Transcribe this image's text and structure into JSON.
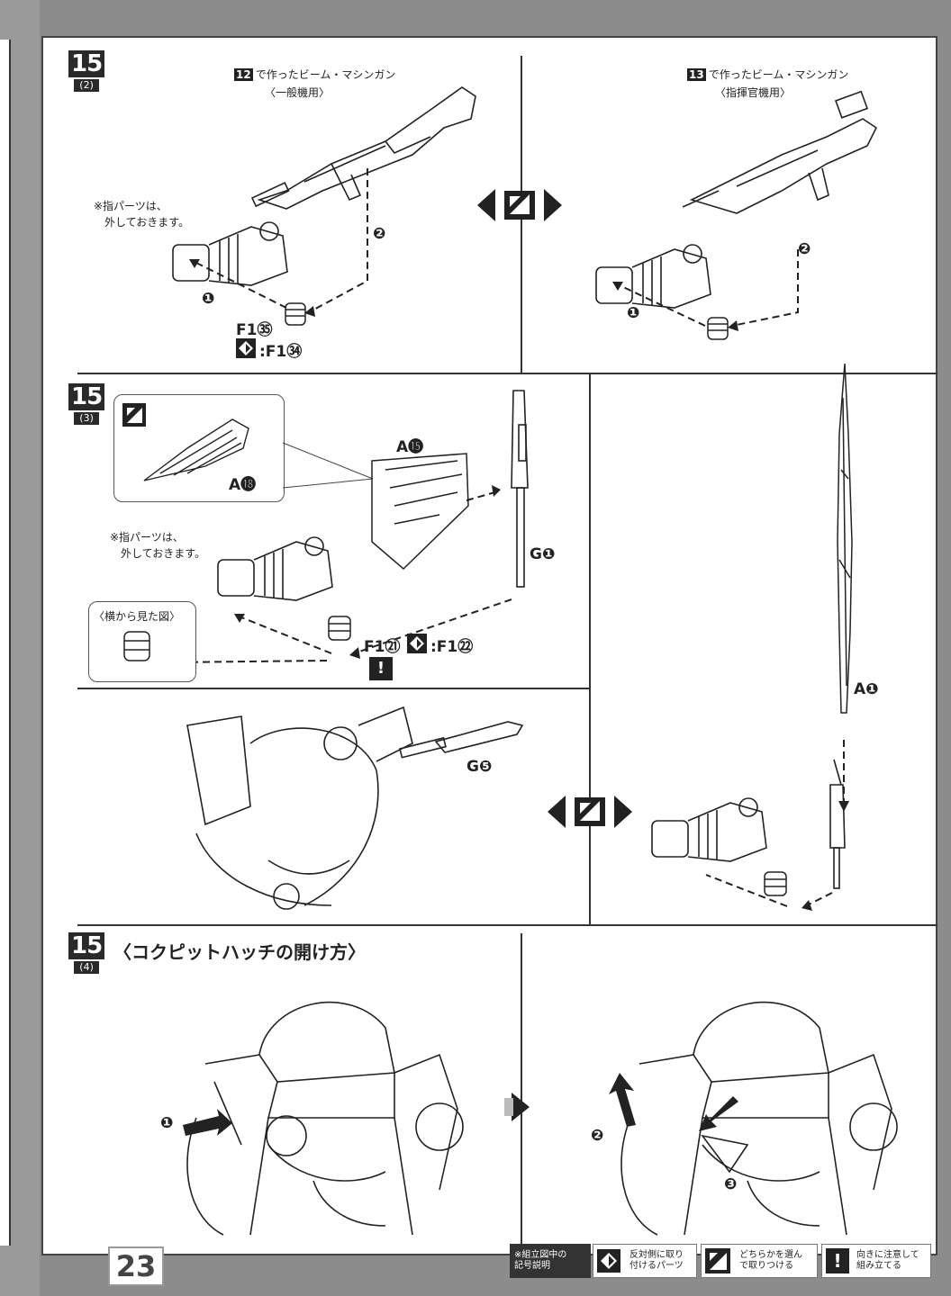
{
  "page_number": "23",
  "step_2": {
    "step": "15",
    "sub": "(2)",
    "left_caption_num": "12",
    "left_caption": "で作ったビーム・マシンガン",
    "left_caption_sub": "〈一般機用〉",
    "right_caption_num": "13",
    "right_caption": "で作ったビーム・マシンガン",
    "right_caption_sub": "〈指揮官機用〉",
    "finger_note_line1": "※指パーツは、",
    "finger_note_line2": "外しておきます。",
    "part_main": "F1㉟",
    "part_alt": ":F1㉞",
    "num_1": "❶",
    "num_2": "❷"
  },
  "step_3": {
    "step": "15",
    "sub": "(3)",
    "part_a18": "A⓲",
    "part_a15": "A⓯",
    "part_g1": "G❶",
    "finger_note_line1": "※指パーツは、",
    "finger_note_line2": "外しておきます。",
    "side_view": "〈横から見た図〉",
    "part_f1_21": "F1㉑",
    "part_f1_22": ":F1㉒",
    "warn_mark": "!",
    "part_g5": "G❺",
    "part_a1": "A❶"
  },
  "step_4": {
    "step": "15",
    "sub": "(4)",
    "title": "〈コクピットハッチの開け方〉",
    "num_1": "❶",
    "num_2": "❷",
    "num_3": "❸"
  },
  "legend": {
    "heading": "※組立図中の\n記号説明",
    "item1": "反対側に取り\n付けるパーツ",
    "item2": "どちらかを選ん\nで取りつける",
    "item3": "向きに注意して\n組み立てる"
  },
  "colors": {
    "ink": "#222222",
    "paper": "#ffffff",
    "frame": "#8c8c8c"
  }
}
